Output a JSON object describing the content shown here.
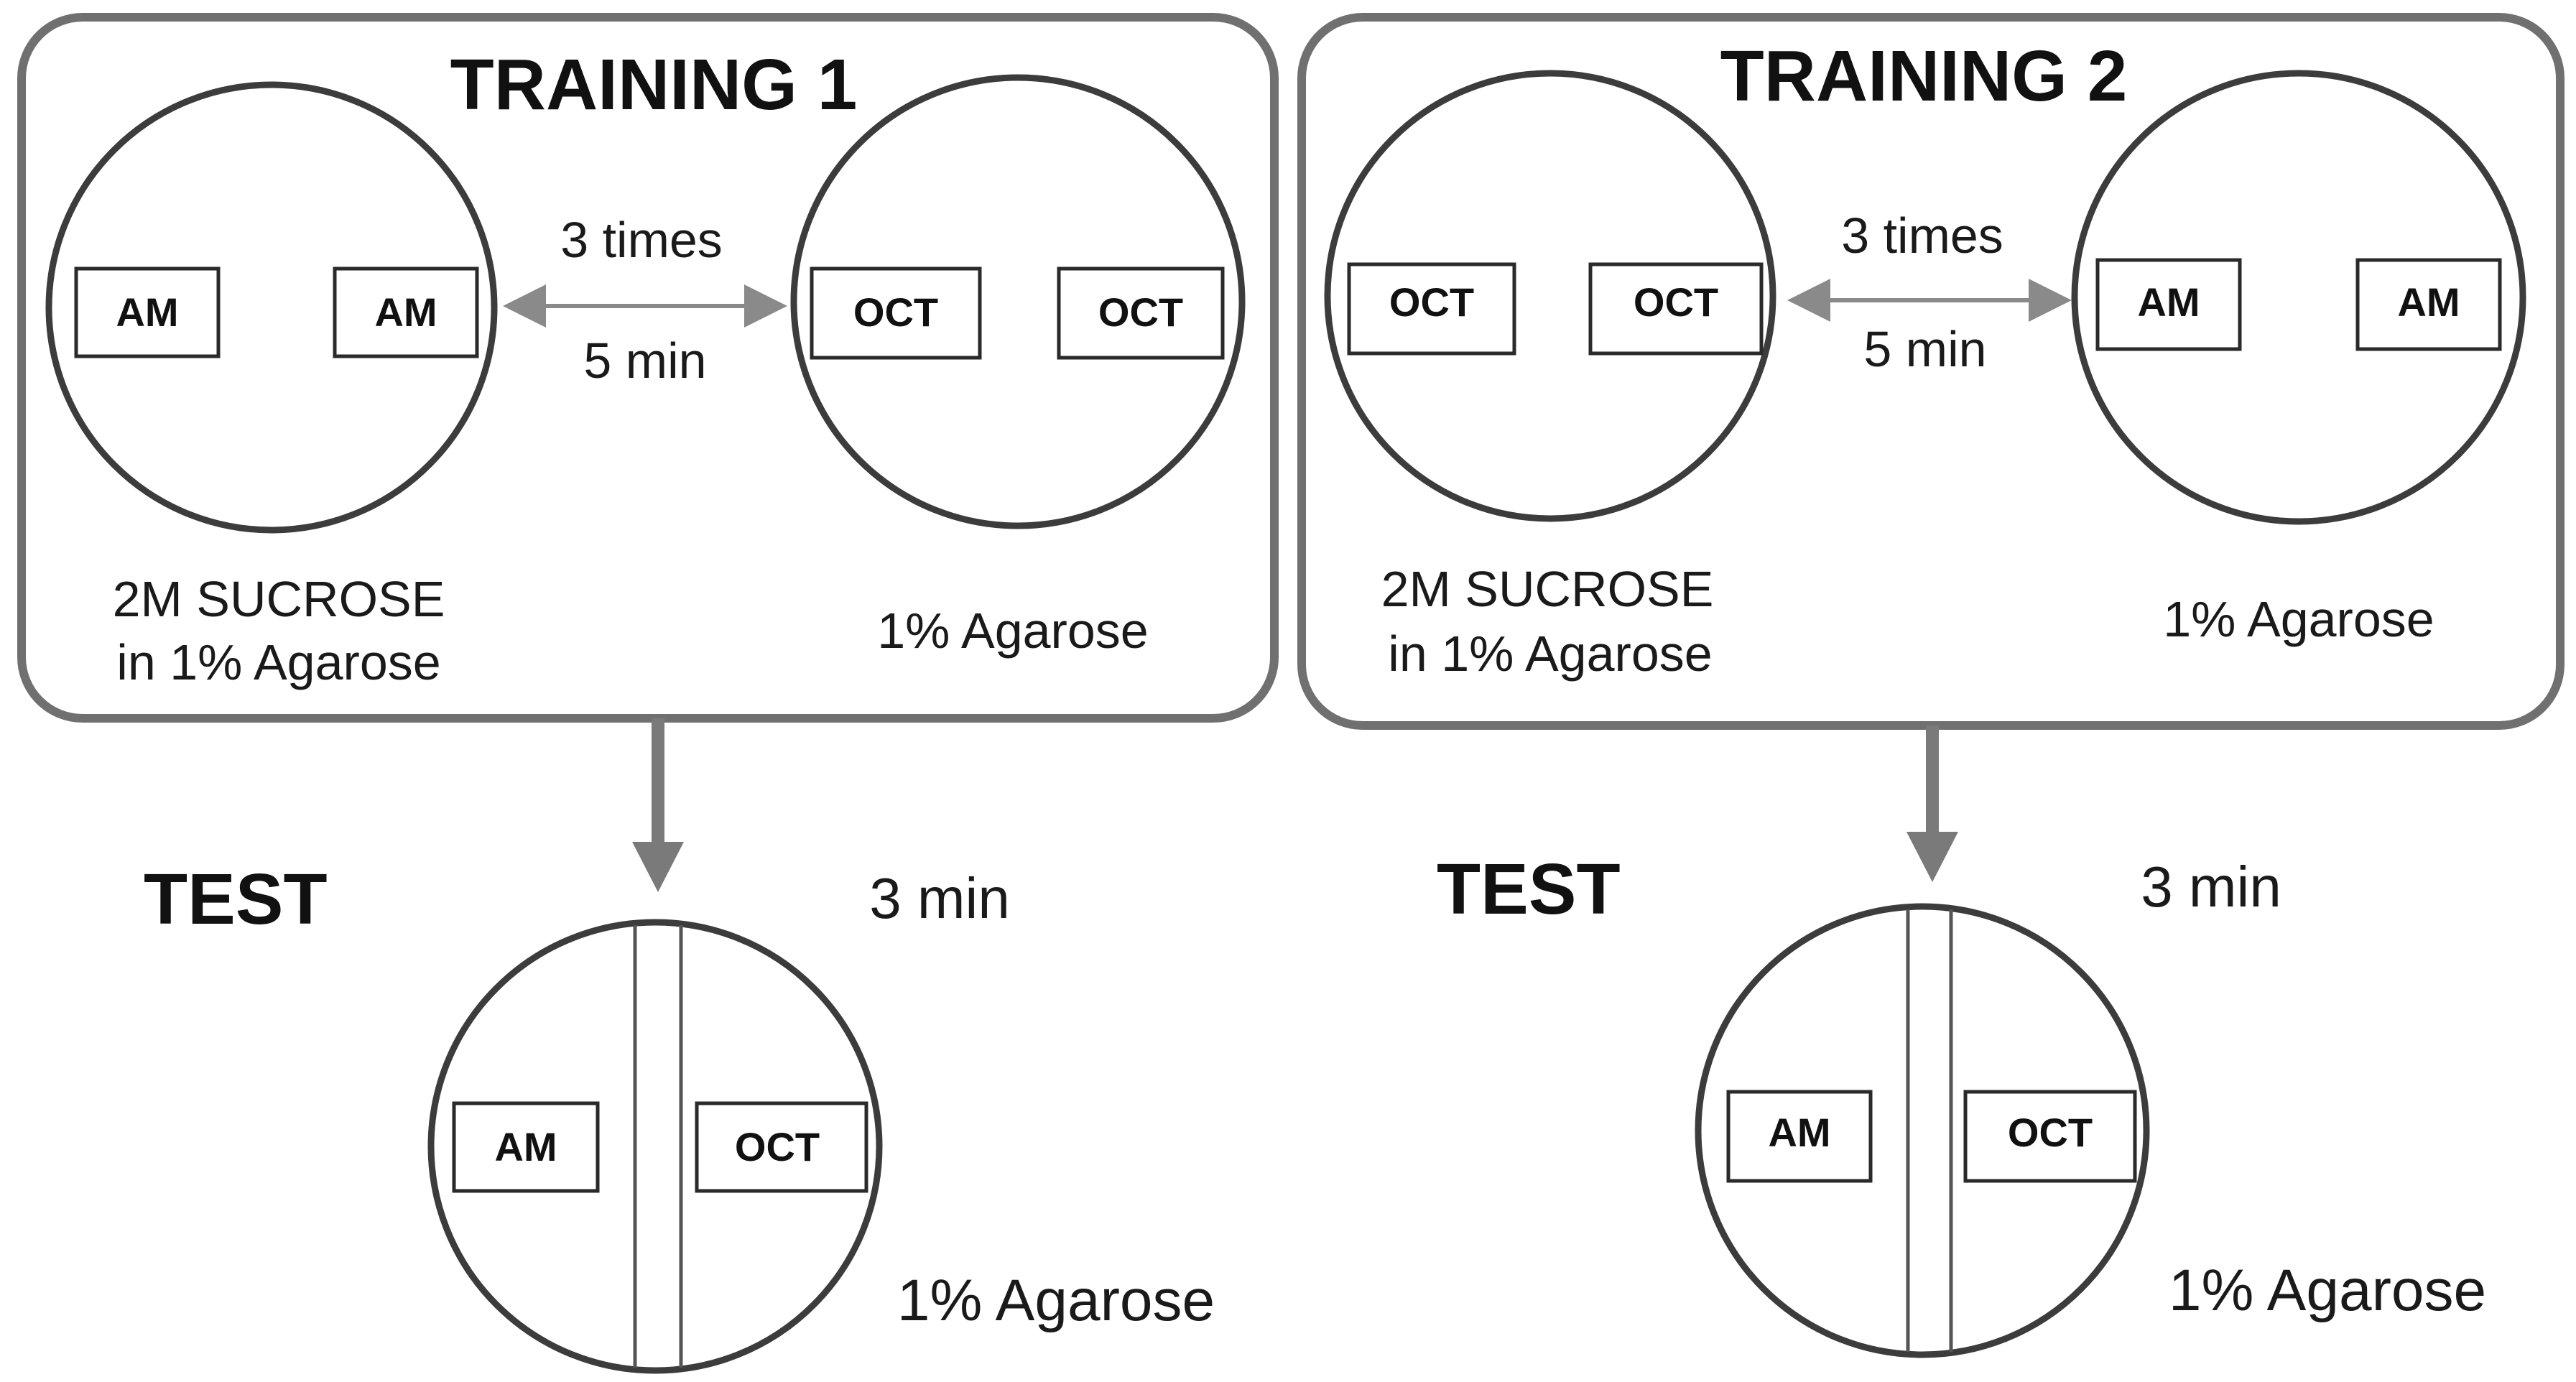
{
  "panels": [
    {
      "title": "TRAINING 1",
      "left_dish": {
        "wells": [
          "AM",
          "AM"
        ],
        "caption_line1": "2M SUCROSE",
        "caption_line2": "in 1% Agarose"
      },
      "arrow": {
        "top_label": "3 times",
        "bottom_label": "5 min"
      },
      "right_dish": {
        "wells": [
          "OCT",
          "OCT"
        ],
        "caption": "1% Agarose"
      },
      "test": {
        "title": "TEST",
        "time": "3 min",
        "wells": [
          "AM",
          "OCT"
        ],
        "caption": "1% Agarose"
      }
    },
    {
      "title": "TRAINING 2",
      "left_dish": {
        "wells": [
          "OCT",
          "OCT"
        ],
        "caption_line1": "2M SUCROSE",
        "caption_line2": "in 1% Agarose"
      },
      "arrow": {
        "top_label": "3 times",
        "bottom_label": "5 min"
      },
      "right_dish": {
        "wells": [
          "AM",
          "AM"
        ],
        "caption": "1% Agarose"
      },
      "test": {
        "title": "TEST",
        "time": "3 min",
        "wells": [
          "AM",
          "OCT"
        ],
        "caption": "1% Agarose"
      }
    }
  ],
  "colors": {
    "panel_border": "#707070",
    "dish_outline": "#3c3c3c",
    "arrow": "#8a8a8a",
    "text": "#111111"
  }
}
